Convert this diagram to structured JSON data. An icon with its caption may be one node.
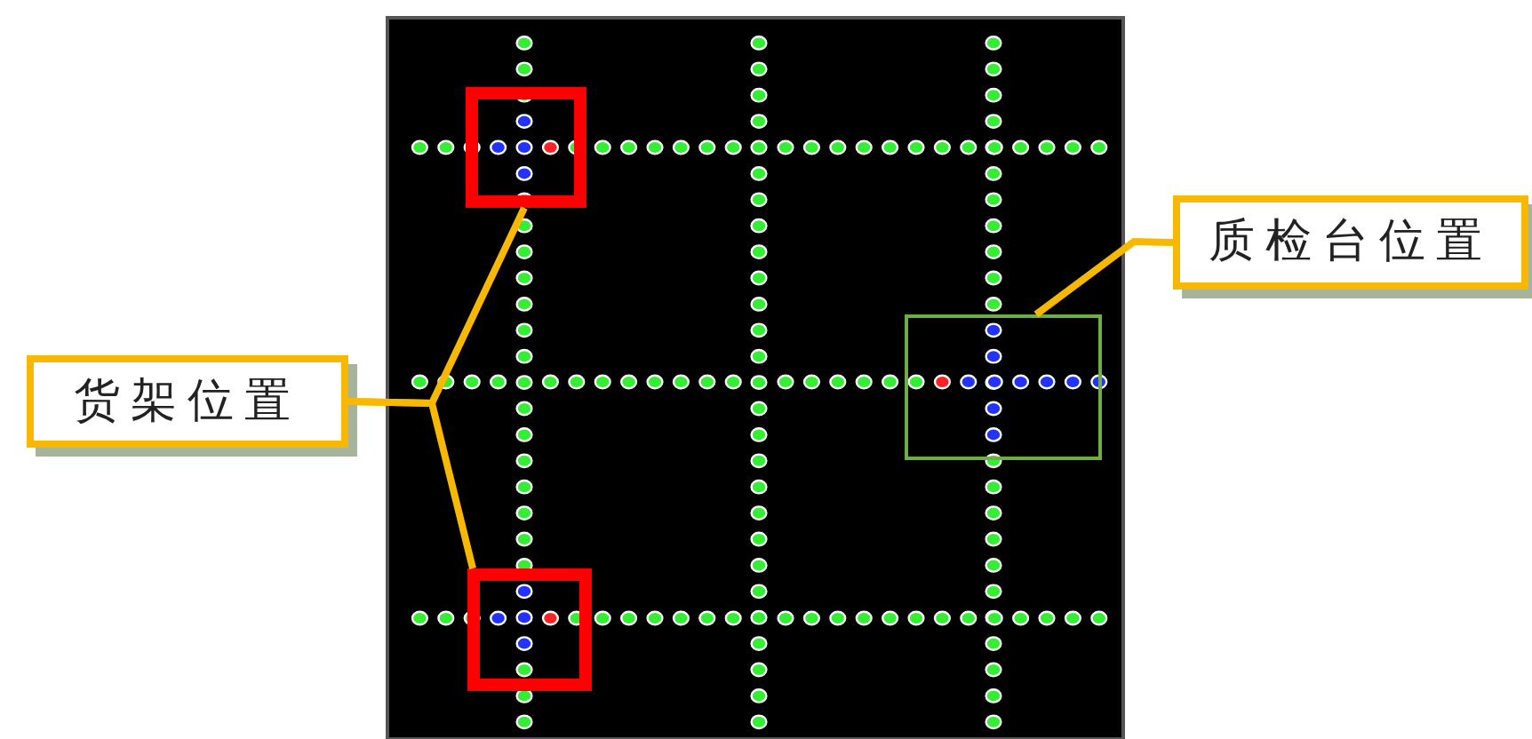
{
  "diagram": {
    "nodes": [
      {
        "text": [
          "货架位置"
        ]
      },
      {
        "text": [],
        "shape": "box"
      },
      {
        "text": [],
        "shape": "box"
      },
      {
        "text": [
          "质检台位置"
        ]
      },
      {
        "text": [],
        "shape": "box"
      }
    ],
    "edges": [
      {
        "from": 0,
        "to": 1,
        "arrow": "none"
      },
      {
        "from": 0,
        "to": 2,
        "arrow": "none"
      },
      {
        "from": 3,
        "to": 4,
        "arrow": "none"
      }
    ]
  }
}
